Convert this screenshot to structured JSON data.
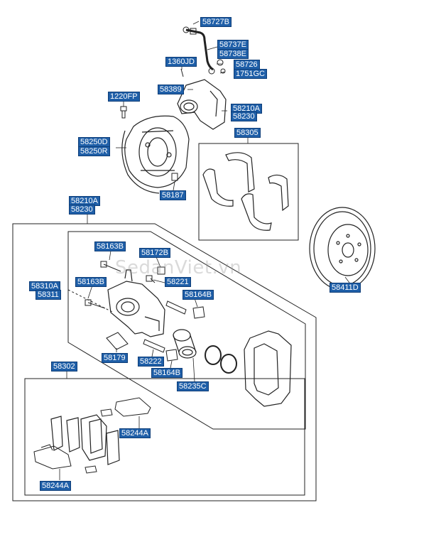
{
  "watermark": "SedanViet.vn",
  "labels": {
    "l58727B": "58727B",
    "l58737E": "58737E",
    "l58738E": "58738E",
    "l1360JD": "1360JD",
    "l58726": "58726",
    "l1751GC": "1751GC",
    "l58389": "58389",
    "l1220FP": "1220FP",
    "l58210A_top": "58210A",
    "l58230_top": "58230",
    "l58305": "58305",
    "l58250D": "58250D",
    "l58250R": "58250R",
    "l58187": "58187",
    "l58210A": "58210A",
    "l58230": "58230",
    "l58163B_1": "58163B",
    "l58172B": "58172B",
    "l58310A": "58310A",
    "l58311": "58311",
    "l58163B_2": "58163B",
    "l58221": "58221",
    "l58164B_1": "58164B",
    "l58411D": "58411D",
    "l58179": "58179",
    "l58222": "58222",
    "l58164B_2": "58164B",
    "l58235C": "58235C",
    "l58302": "58302",
    "l58244A_1": "58244A",
    "l58244A_2": "58244A"
  },
  "colors": {
    "label_bg": "#1f5fa8",
    "line": "#222222"
  }
}
